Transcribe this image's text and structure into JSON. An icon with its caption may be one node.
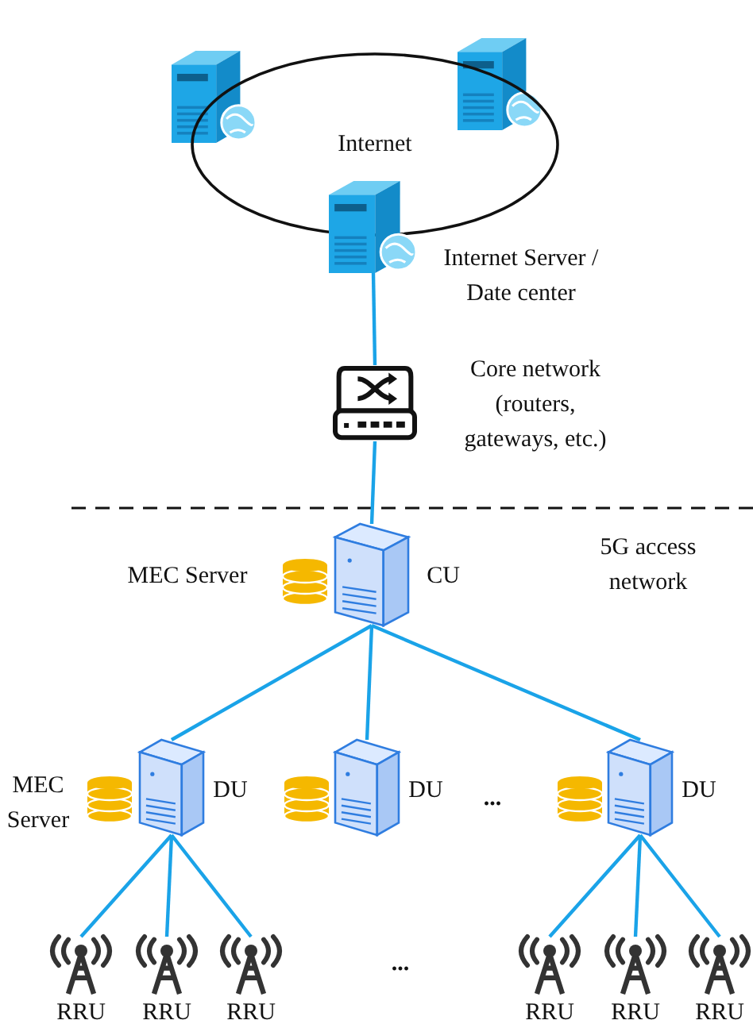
{
  "diagram": {
    "nodes": [
      {
        "text": [
          "Internet"
        ]
      },
      {
        "text": [],
        "shape": "server",
        "beside": [
          "Internet Server / Date center"
        ]
      },
      {
        "text": [],
        "shape": "router",
        "beside": [
          "Core network (routers, gateways, etc.)"
        ]
      },
      {
        "text": [],
        "shape": "server",
        "beside": [
          "CU"
        ]
      },
      {
        "text": [],
        "shape": "server",
        "beside": [
          "DU"
        ]
      },
      {
        "text": [],
        "shape": "server",
        "beside": [
          "DU"
        ]
      },
      {
        "text": [],
        "shape": "server",
        "beside": [
          "DU"
        ]
      },
      {
        "text": [],
        "shape": "tower",
        "beside": [
          "RRU"
        ]
      },
      {
        "text": [],
        "shape": "tower",
        "beside": [
          "RRU"
        ]
      },
      {
        "text": [],
        "shape": "tower",
        "beside": [
          "RRU"
        ]
      },
      {
        "text": [],
        "shape": "tower",
        "beside": [
          "RRU"
        ]
      },
      {
        "text": [],
        "shape": "tower",
        "beside": [
          "RRU"
        ]
      },
      {
        "text": [],
        "shape": "tower",
        "beside": [
          "RRU"
        ]
      }
    ],
    "edges": [
      {
        "from": 1,
        "to": 2,
        "arrow": "none"
      },
      {
        "from": 2,
        "to": 3,
        "arrow": "none"
      },
      {
        "from": 3,
        "to": 4,
        "arrow": "none"
      },
      {
        "from": 3,
        "to": 5,
        "arrow": "none"
      },
      {
        "from": 3,
        "to": 6,
        "arrow": "none"
      },
      {
        "from": 4,
        "to": 7,
        "arrow": "none"
      },
      {
        "from": 4,
        "to": 8,
        "arrow": "none"
      },
      {
        "from": 4,
        "to": 9,
        "arrow": "none"
      },
      {
        "from": 6,
        "to": 10,
        "arrow": "none"
      },
      {
        "from": 6,
        "to": 11,
        "arrow": "none"
      },
      {
        "from": 6,
        "to": 12,
        "arrow": "none"
      }
    ],
    "labels": [
      "MEC Server",
      "5G access network",
      "MEC Server",
      "...",
      "..."
    ]
  }
}
